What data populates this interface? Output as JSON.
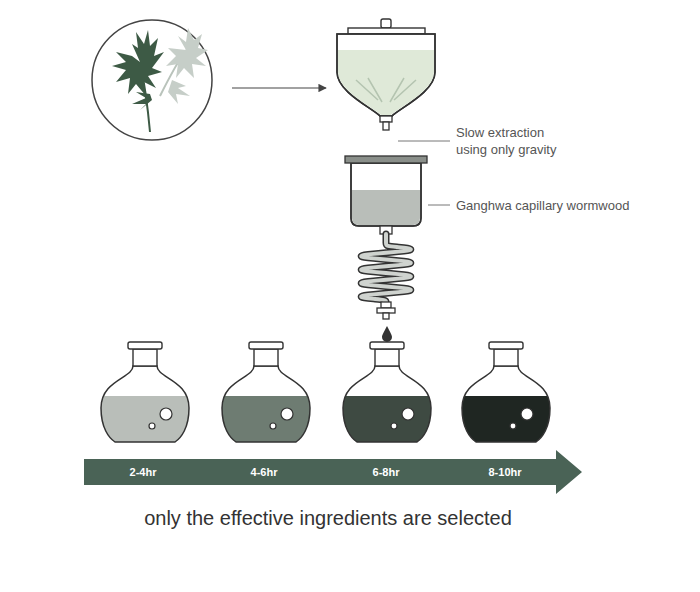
{
  "diagram": {
    "caption": "only the effective ingredients are selected",
    "nodes": [
      {
        "text": [
          "2-4hr",
          "4-6hr",
          "6-8hr",
          "8-10hr"
        ]
      }
    ],
    "labels": [
      "Slow extraction using only gravity",
      "Ganghwa capillary wormwood"
    ]
  }
}
